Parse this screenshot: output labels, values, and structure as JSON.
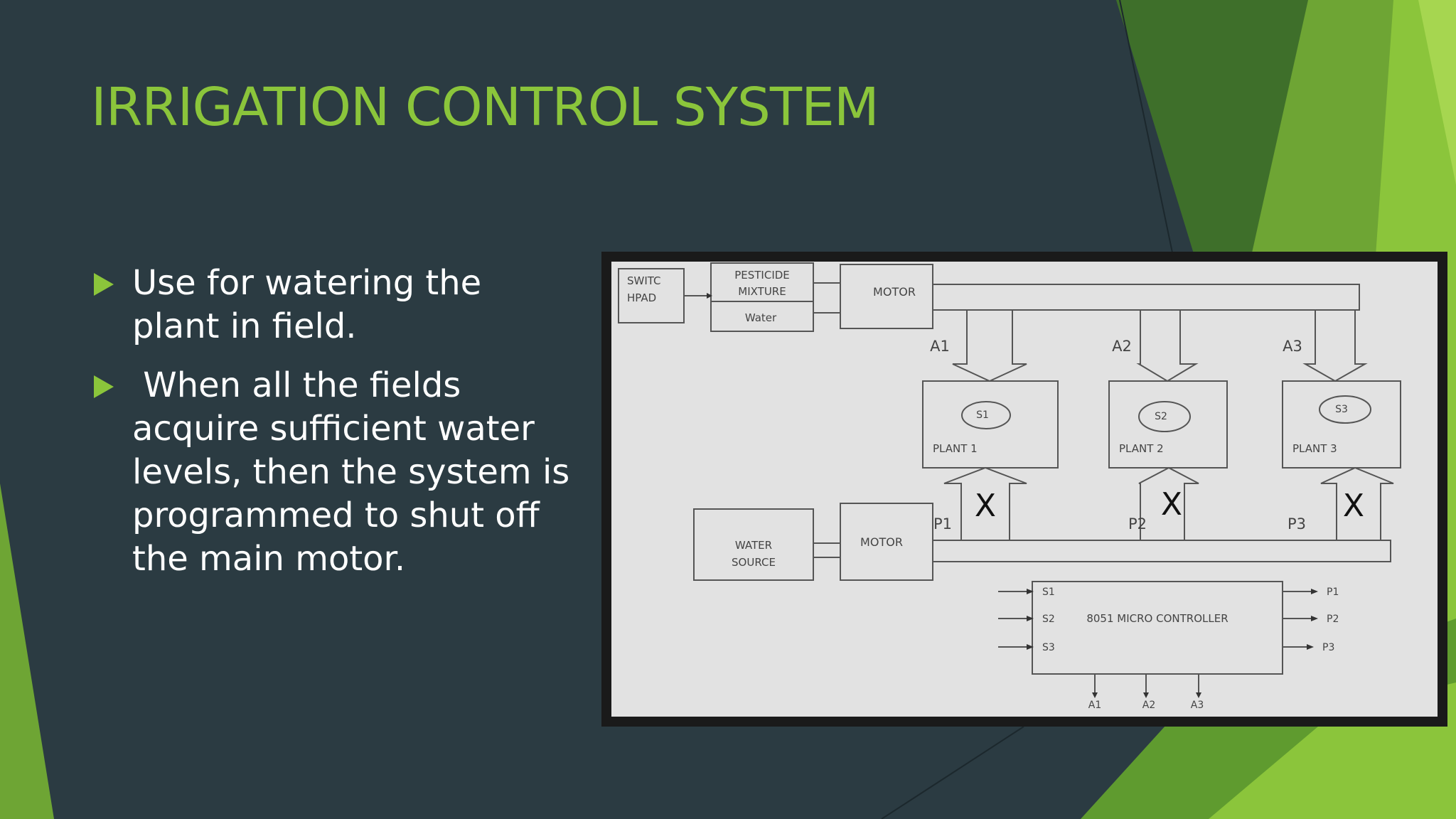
{
  "slide": {
    "title": "IRRIGATION CONTROL SYSTEM",
    "bullets": [
      "Use for watering the plant in field.",
      " When all the fields acquire sufficient water levels, then the system is programmed to shut off the main motor."
    ]
  },
  "diagram": {
    "top": {
      "switch": [
        "SWITC",
        "HPAD"
      ],
      "pesticide": [
        "PESTICIDE",
        "MIXTURE"
      ],
      "water": "Water",
      "motor": "MOTOR"
    },
    "plants": [
      {
        "sensor": "S1",
        "label": "PLANT 1",
        "valve_in": "A1",
        "valve_out": "P1"
      },
      {
        "sensor": "S2",
        "label": "PLANT 2",
        "valve_in": "A2",
        "valve_out": "P2"
      },
      {
        "sensor": "S3",
        "label": "PLANT 3",
        "valve_in": "A3",
        "valve_out": "P3"
      }
    ],
    "bottom": {
      "water_source": [
        "WATER",
        "SOURCE"
      ],
      "motor": "MOTOR"
    },
    "controller": {
      "label": "8051 MICRO CONTROLLER",
      "inputs": [
        "S1",
        "S2",
        "S3"
      ],
      "outputs": [
        "P1",
        "P2",
        "P3"
      ],
      "bottom_outputs": [
        "A1",
        "A2",
        "A3"
      ]
    },
    "closed_mark": "X"
  },
  "colors": {
    "background": "#2b3b42",
    "accent": "#8bc53b",
    "text": "#ffffff",
    "diagram_bg": "#e2e2e2"
  }
}
